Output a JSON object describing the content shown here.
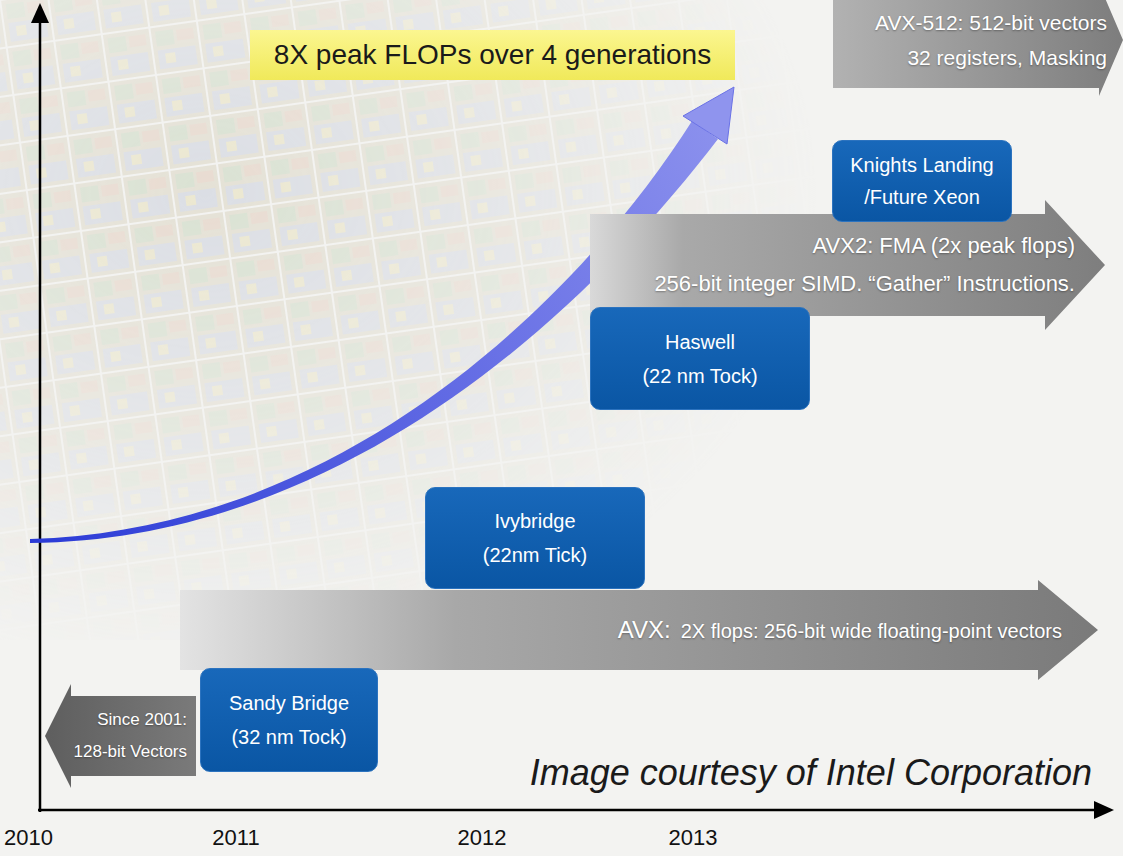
{
  "diagram": {
    "nodes": [
      {
        "text": [
          "AVX-512: 512-bit vectors",
          "32 registers, Masking"
        ]
      },
      {
        "text": [
          "8X peak FLOPs over 4 generations"
        ]
      },
      {
        "text": [
          "Knights Landing /Future Xeon"
        ]
      },
      {
        "text": [
          "AVX2: FMA (2x peak flops)",
          "256-bit integer SIMD. “Gather” Instructions."
        ]
      },
      {
        "text": [
          "Haswell",
          "(22 nm Tock)"
        ]
      },
      {
        "text": [
          "Ivybridge",
          "(22nm Tick)"
        ]
      },
      {
        "text": [
          "AVX:",
          "2X flops: 256-bit wide floating-point vectors"
        ]
      },
      {
        "text": [
          "Since 2001:",
          "128-bit Vectors"
        ]
      },
      {
        "text": [
          "Sandy Bridge",
          "(32 nm Tock)"
        ]
      }
    ],
    "labels": [
      "Image courtesy of Intel Corporation",
      "2010",
      "2011",
      "2012",
      "2013"
    ]
  }
}
